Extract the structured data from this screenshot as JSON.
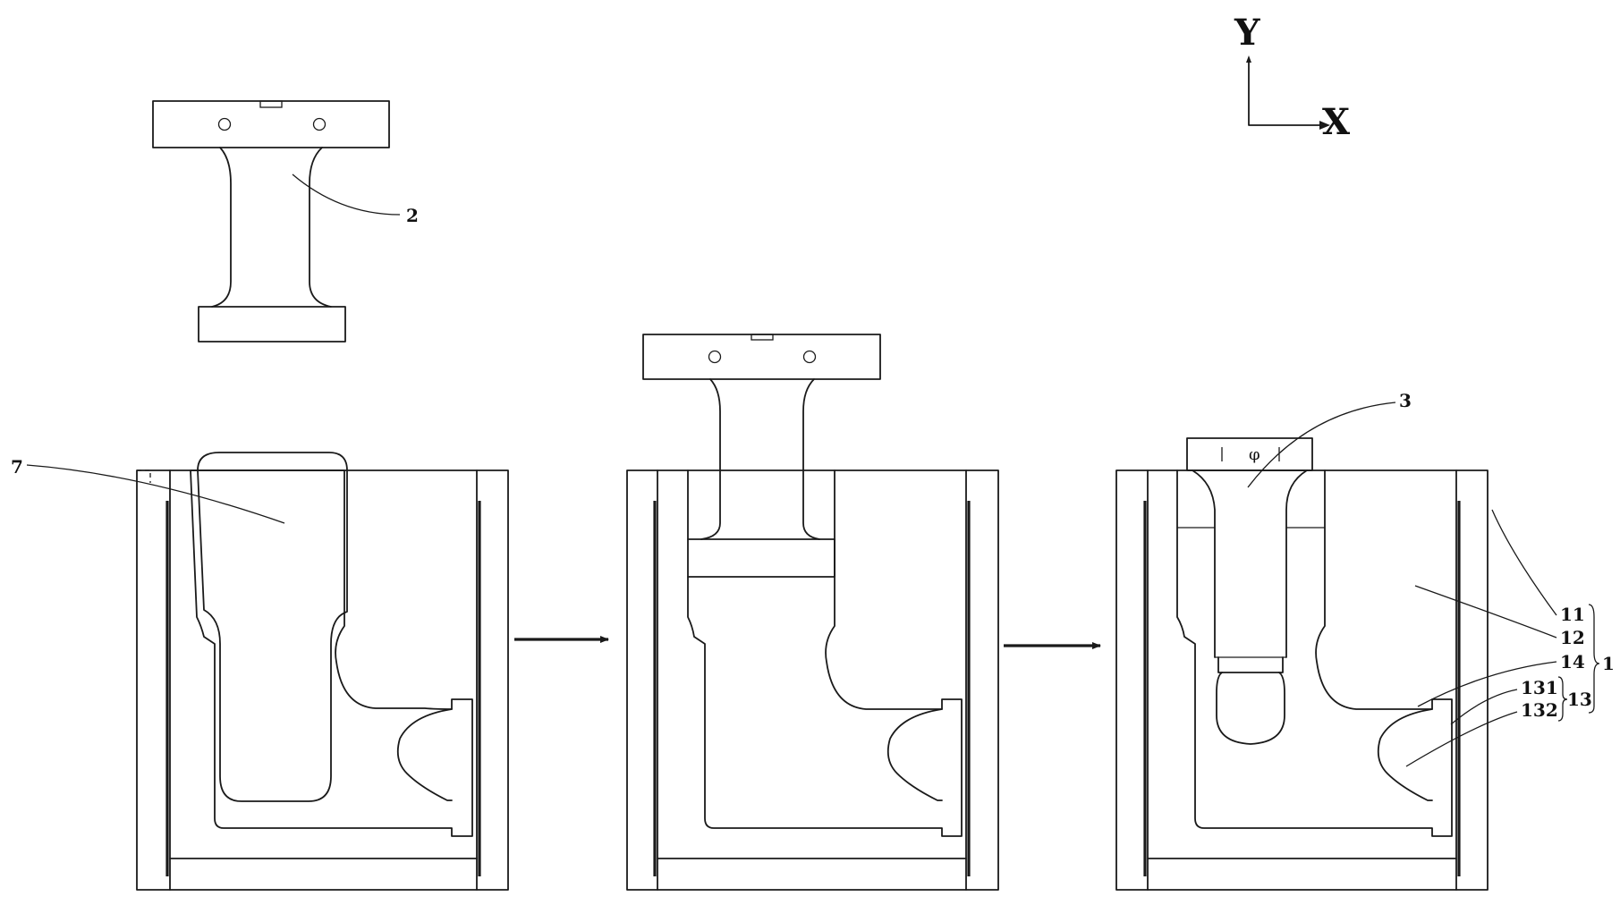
{
  "axes": {
    "y": "Y",
    "x": "X"
  },
  "labels": {
    "part_2": "2",
    "part_7": "7",
    "part_3": "3",
    "part_11": "11",
    "part_12": "12",
    "part_14": "14",
    "part_1": "1",
    "part_131": "131",
    "part_13": "13",
    "part_132": "132"
  },
  "phi": "φ",
  "colors": {
    "line": "#1a1a1a",
    "background": "#ffffff"
  }
}
